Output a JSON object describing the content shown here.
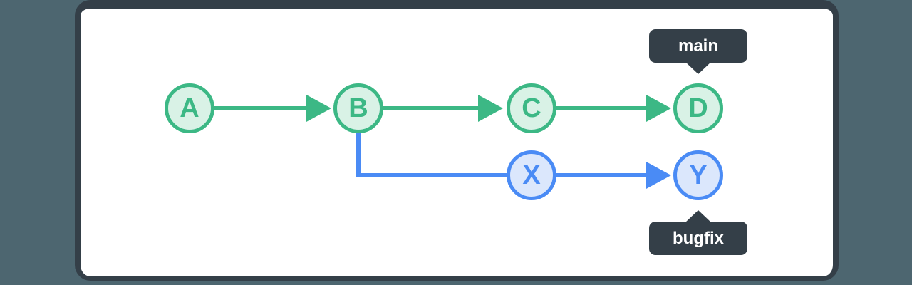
{
  "theme": {
    "background": "#4d6670",
    "card_background": "#ffffff",
    "frame_color": "#343f48",
    "main_branch_color": "#3cb885",
    "main_branch_fill": "#d9f2e6",
    "bugfix_branch_color": "#4a8bf5",
    "bugfix_branch_fill": "#dbe7fc",
    "label_background": "#343f48",
    "label_text_color": "#ffffff"
  },
  "diagram": {
    "type": "git-commit-graph",
    "nodes": [
      {
        "id": "A",
        "label": "A",
        "branch": "main"
      },
      {
        "id": "B",
        "label": "B",
        "branch": "main"
      },
      {
        "id": "C",
        "label": "C",
        "branch": "main"
      },
      {
        "id": "D",
        "label": "D",
        "branch": "main"
      },
      {
        "id": "X",
        "label": "X",
        "branch": "bugfix"
      },
      {
        "id": "Y",
        "label": "Y",
        "branch": "bugfix"
      }
    ],
    "edges": [
      {
        "from": "A",
        "to": "B",
        "branch": "main",
        "arrow": true
      },
      {
        "from": "B",
        "to": "C",
        "branch": "main",
        "arrow": true
      },
      {
        "from": "C",
        "to": "D",
        "branch": "main",
        "arrow": true
      },
      {
        "from": "B",
        "to": "X",
        "branch": "bugfix",
        "arrow": false
      },
      {
        "from": "X",
        "to": "Y",
        "branch": "bugfix",
        "arrow": true
      }
    ],
    "branch_labels": [
      {
        "text": "main",
        "attached_to": "D",
        "position": "above"
      },
      {
        "text": "bugfix",
        "attached_to": "Y",
        "position": "below"
      }
    ]
  }
}
